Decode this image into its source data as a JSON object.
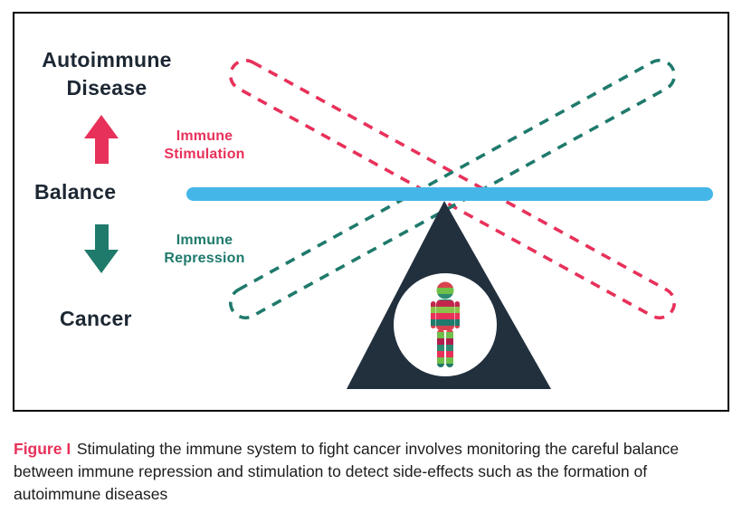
{
  "colors": {
    "red": "#e8315a",
    "teal": "#1f7a6c",
    "blue": "#45b6e8",
    "navy": "#22303e",
    "text_dark": "#1c2733",
    "caption_text": "#1c1c1c",
    "border": "#000000",
    "background": "#ffffff"
  },
  "diagram": {
    "labels": {
      "autoimmune": "Autoimmune\nDisease",
      "immune_stimulation": "Immune\nStimulation",
      "balance": "Balance",
      "immune_repression": "Immune\nRepression",
      "cancer": "Cancer"
    },
    "icons": {
      "up_arrow": "up-arrow",
      "down_arrow": "down-arrow",
      "person": "person-silhouette"
    }
  },
  "person": {
    "stripe_colors": [
      "#d94350",
      "#6fbf4b",
      "#2e8b72",
      "#c2264d",
      "#8bc34a",
      "#e8315a",
      "#1f7a6c",
      "#d94350",
      "#6fbf4b",
      "#b01e4e",
      "#2e8b72",
      "#e8315a",
      "#6fbf4b",
      "#1f7a6c"
    ]
  },
  "caption": {
    "figure_label": "Figure I",
    "text": "Stimulating the immune system to fight cancer involves monitoring the careful balance between immune repression and stimulation to detect side-effects such as the formation of autoimmune diseases"
  }
}
